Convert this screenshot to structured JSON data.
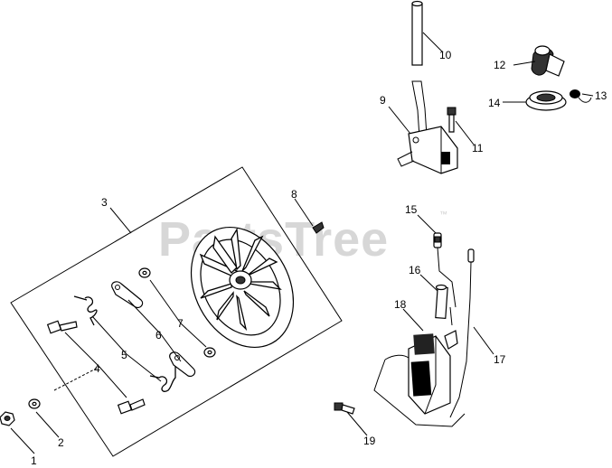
{
  "watermark": {
    "text": "PartsTree",
    "tm": "™"
  },
  "callouts": {
    "c1": "1",
    "c2": "2",
    "c3": "3",
    "c4": "4",
    "c5": "5",
    "c6": "6",
    "c7": "7",
    "c8": "8",
    "c9": "9",
    "c10": "10",
    "c11": "11",
    "c12": "12",
    "c13": "13",
    "c14": "14",
    "c15": "15",
    "c16": "16",
    "c17": "17",
    "c18": "18",
    "c19": "19"
  }
}
